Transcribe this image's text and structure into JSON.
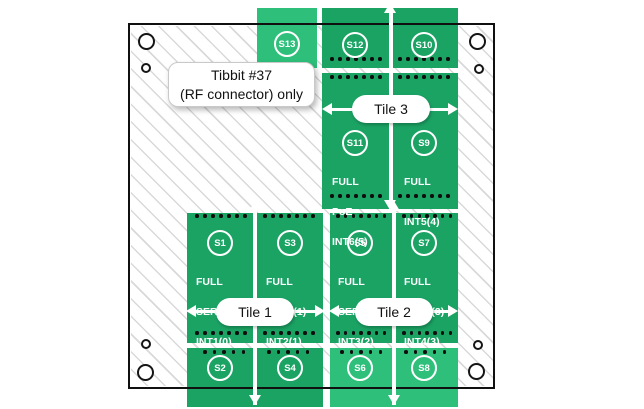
{
  "callout": {
    "line1": "Tibbit #37",
    "line2": "(RF connector) only"
  },
  "tiles": {
    "tile1": {
      "label": "Tile 1"
    },
    "tile2": {
      "label": "Tile 2"
    },
    "tile3": {
      "label": "Tile 3"
    }
  },
  "sockets": {
    "s1": {
      "label": "S1",
      "lines": [
        "FULL",
        "SER1(0)",
        "INT1(0)"
      ]
    },
    "s2": {
      "label": "S2"
    },
    "s3": {
      "label": "S3",
      "lines": [
        "FULL",
        "SER2(1)",
        "INT2(1)"
      ]
    },
    "s4": {
      "label": "S4"
    },
    "s5": {
      "label": "S5",
      "lines": [
        "FULL",
        "SER3(2)",
        "INT3(2)"
      ]
    },
    "s6": {
      "label": "S6"
    },
    "s7": {
      "label": "S7",
      "lines": [
        "FULL",
        "SER4(3)",
        "INT4(3)"
      ]
    },
    "s8": {
      "label": "S8"
    },
    "s9": {
      "label": "S9",
      "lines": [
        "FULL",
        "INT5(4)"
      ]
    },
    "s10": {
      "label": "S10"
    },
    "s11": {
      "label": "S11",
      "lines": [
        "FULL",
        "PoE",
        "INT6(5)"
      ]
    },
    "s12": {
      "label": "S12"
    },
    "s13": {
      "label": "S13"
    }
  },
  "colors": {
    "dark_green": "#1ba364",
    "light_green": "#2ec07b",
    "board_outline": "#101010",
    "hatch_line": "#d9d9d9"
  }
}
